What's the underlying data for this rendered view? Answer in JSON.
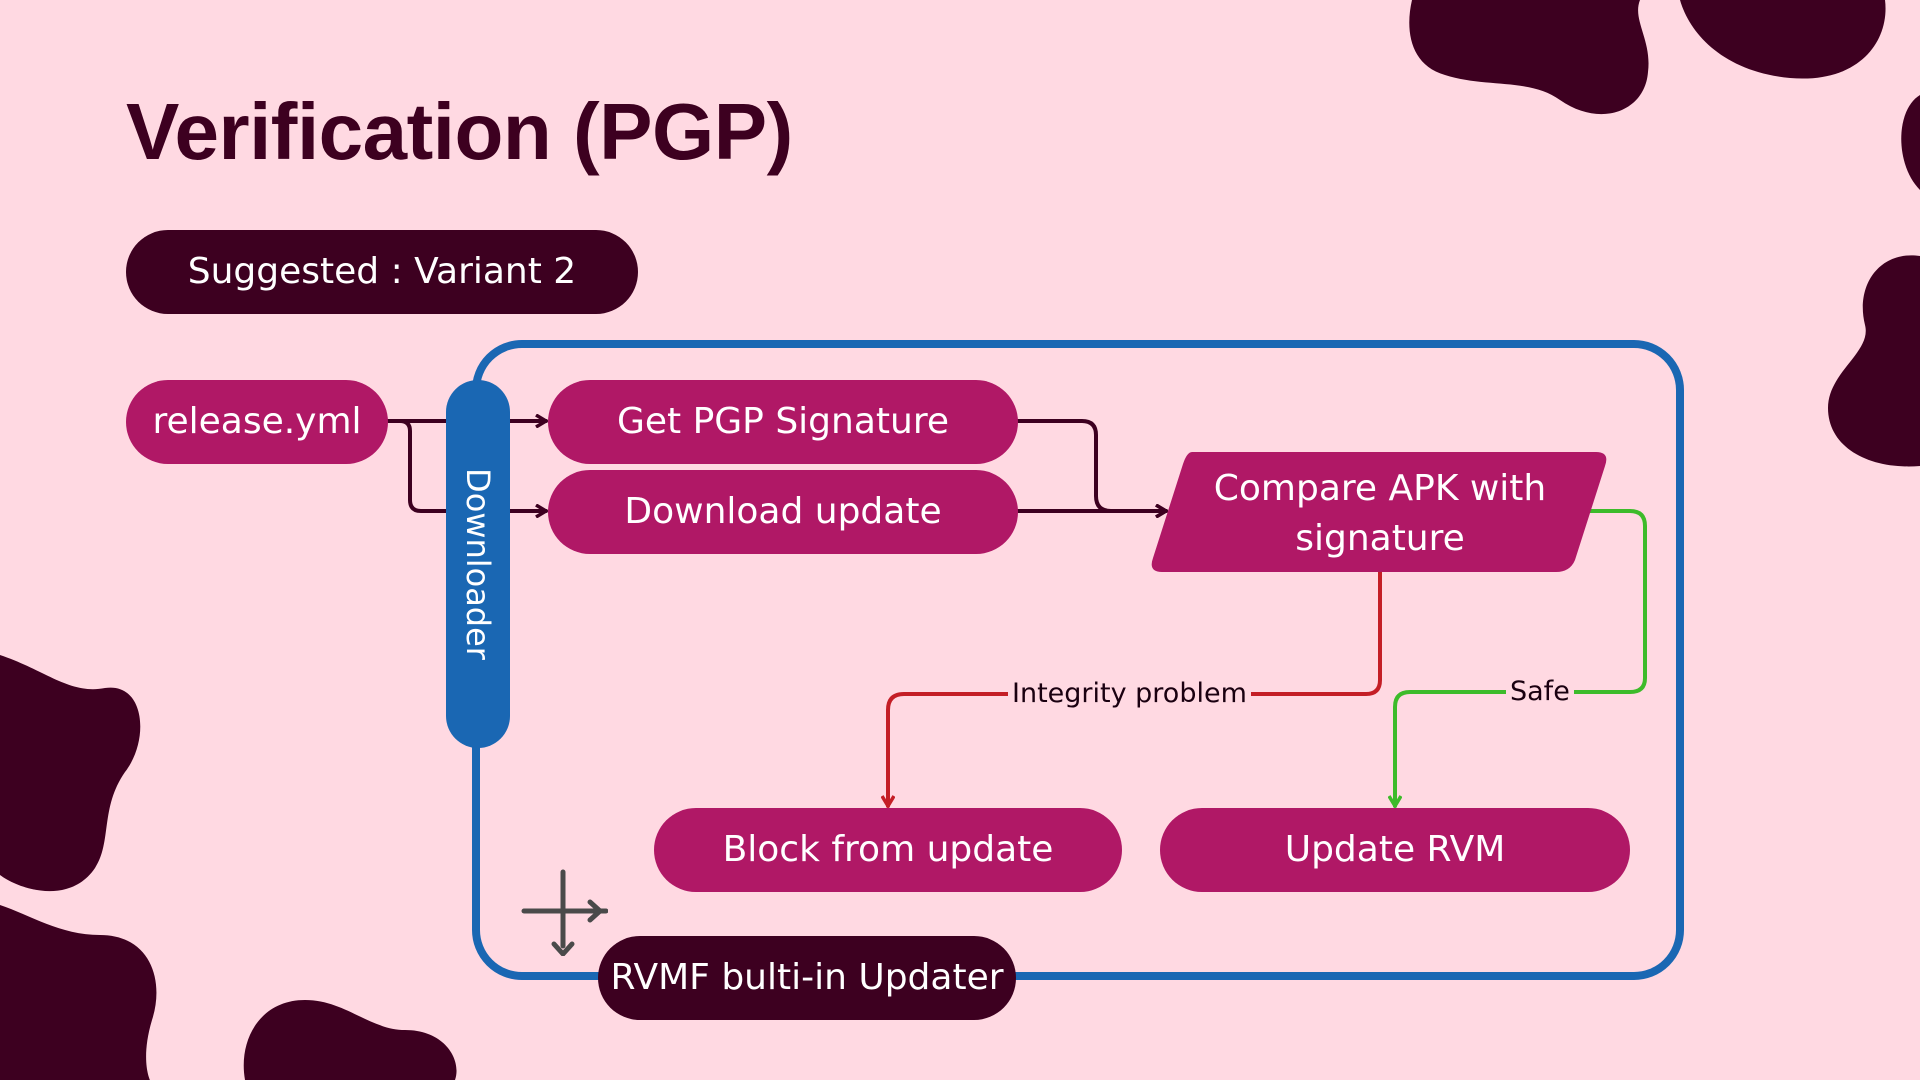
{
  "title": "Verification (PGP)",
  "badge": "Suggested : Variant 2",
  "nodes": {
    "release": "release.yml",
    "downloader": "Downloader",
    "get_signature": "Get PGP Signature",
    "download_update": "Download update",
    "compare": "Compare APK with signature",
    "block": "Block from update",
    "update": "Update RVM",
    "updater": "RVMF bulti-in Updater"
  },
  "edges": {
    "integrity": "Integrity problem",
    "safe": "Safe"
  },
  "colors": {
    "background": "#ffd9e2",
    "dark": "#3d0020",
    "magenta": "#b01866",
    "blue": "#1a67b3",
    "red": "#c41e26",
    "green": "#3dbb2a"
  },
  "icons": [
    "move-cross-icon",
    "decorative-blob"
  ]
}
